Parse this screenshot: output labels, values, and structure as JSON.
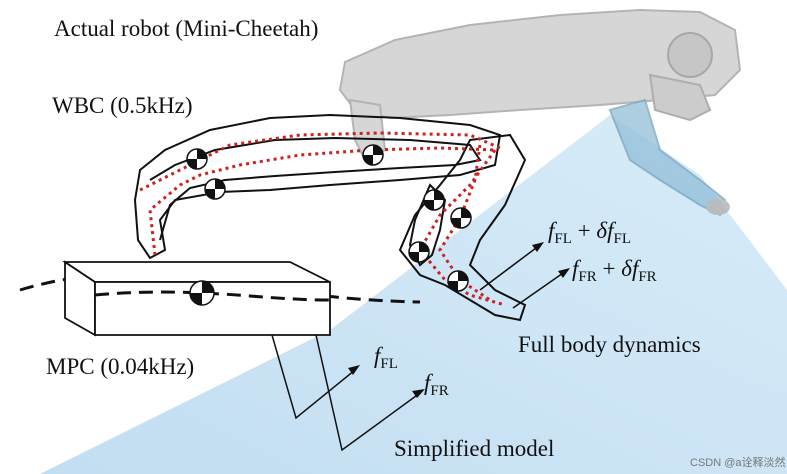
{
  "labels": {
    "actual_robot": "Actual robot (Mini-Cheetah)",
    "wbc": "WBC (0.5kHz)",
    "mpc": "MPC (0.04kHz)",
    "full_body": "Full body dynamics",
    "simplified": "Simplified model"
  },
  "forces": {
    "fl_full": {
      "f": "f",
      "sub": "FL",
      "plus": " + ",
      "delta": "δ",
      "f2": "f",
      "sub2": "FL"
    },
    "fr_full": {
      "f": "f",
      "sub": "FR",
      "plus": " + ",
      "delta": "δ",
      "f2": "f",
      "sub2": "FR"
    },
    "fl_simple": {
      "f": "f",
      "sub": "FL"
    },
    "fr_simple": {
      "f": "f",
      "sub": "FR"
    }
  },
  "watermark": "CSDN @a诠释淡然",
  "colors": {
    "beam": "#cfe6f6",
    "outline": "#111111",
    "wbc_dots": "#cc2222",
    "robot_body": "#c9c9c9",
    "robot_foot": "#8fbcd6"
  }
}
